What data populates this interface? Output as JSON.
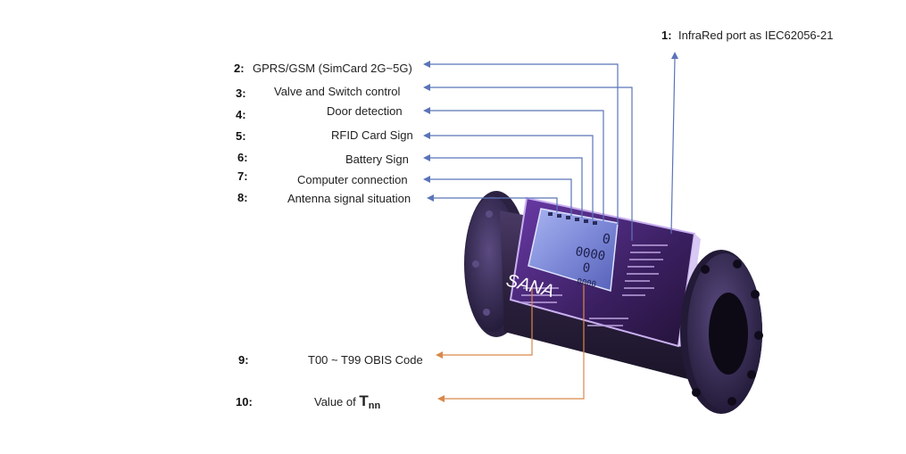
{
  "callouts": [
    {
      "num": "1:",
      "text": "InfraRed port as IEC62056-21"
    },
    {
      "num": "2:",
      "text": "GPRS/GSM (SimCard 2G~5G)"
    },
    {
      "num": "3:",
      "text": "Valve and Switch control"
    },
    {
      "num": "4:",
      "text": "Door detection"
    },
    {
      "num": "5:",
      "text": "RFID Card Sign"
    },
    {
      "num": "6:",
      "text": "Battery Sign"
    },
    {
      "num": "7:",
      "text": "Computer connection"
    },
    {
      "num": "8:",
      "text": "Antenna signal situation"
    },
    {
      "num": "9:",
      "text": "T00 ~ T99 OBIS Code"
    },
    {
      "num": "10:",
      "text": "Value of",
      "symbol": "T",
      "subscript": "nn"
    }
  ],
  "device": {
    "brand": "SANA",
    "lcd": {
      "row1": "0",
      "row2": "0000",
      "row3": "0",
      "row4": "0000"
    }
  },
  "colors": {
    "blue_arrow": "#5b74b8",
    "orange_arrow": "#d9894a",
    "body": "#2e2040",
    "panel": "#4a2a78"
  }
}
